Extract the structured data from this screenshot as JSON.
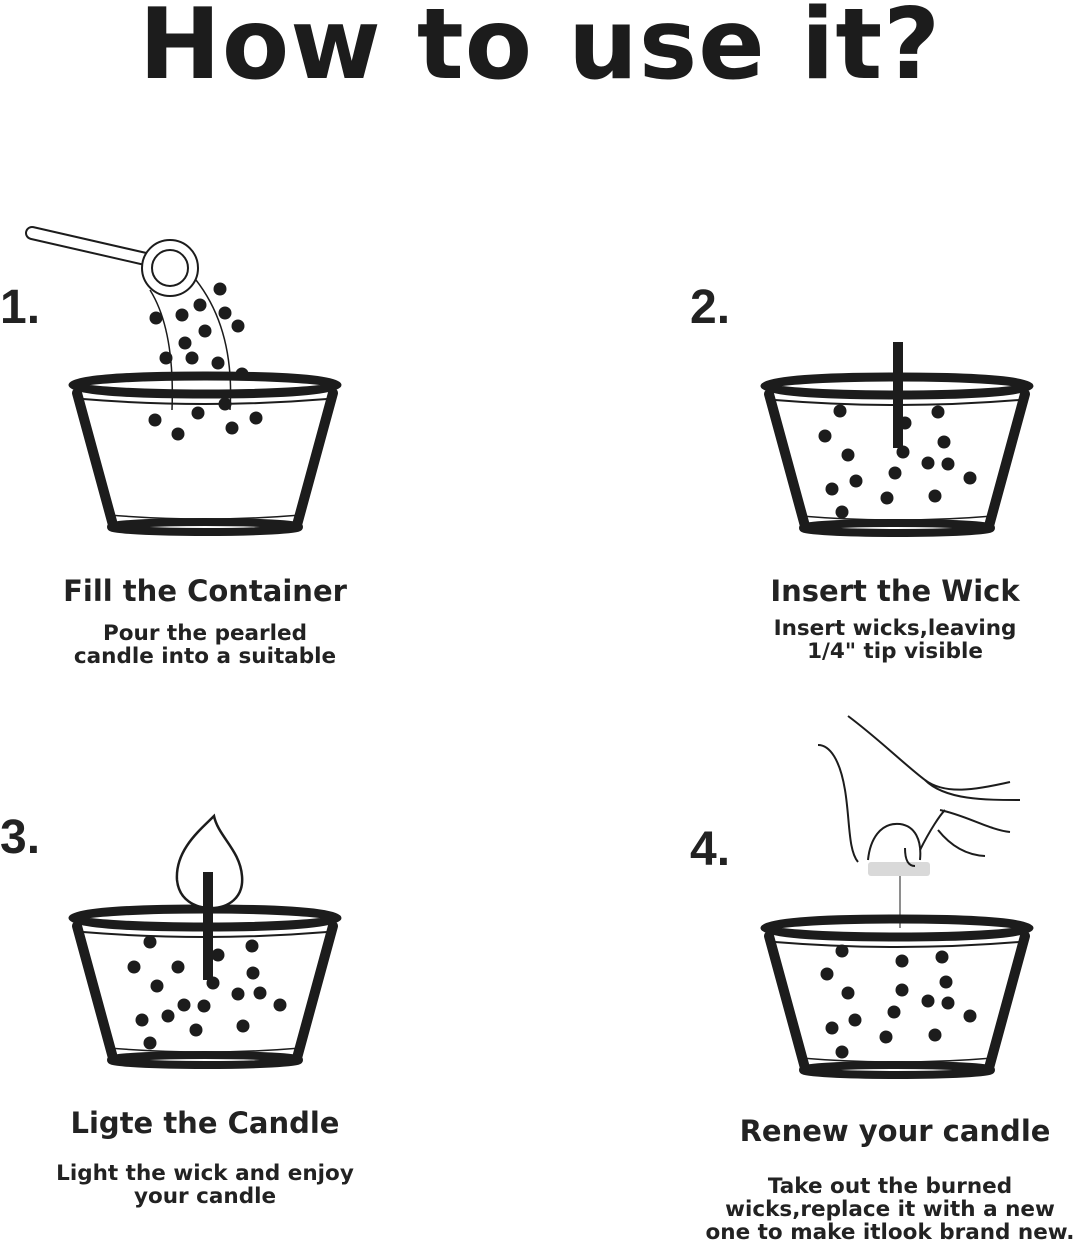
{
  "title": "How to use it?",
  "steps": [
    {
      "number": "1.",
      "title": "Fill the Container",
      "description": [
        "Pour the pearled",
        "candle into a suitable"
      ],
      "illustration": "scoop-pouring-pearls-into-container"
    },
    {
      "number": "2.",
      "title": "Insert the Wick",
      "description": [
        "Insert wicks,leaving",
        "1/4\" tip visible"
      ],
      "illustration": "wick-inserted-in-container"
    },
    {
      "number": "3.",
      "title": "Ligte the Candle",
      "description": [
        "Light the wick and enjoy",
        "your candle"
      ],
      "illustration": "lit-candle-flame"
    },
    {
      "number": "4.",
      "title": "Renew your candle",
      "description": [
        "Take out the burned",
        "wicks,replace it with a new",
        "one to make itlook brand new."
      ],
      "illustration": "hand-removing-wick"
    }
  ],
  "colors": {
    "ink": "#1c1c1c",
    "background": "#ffffff",
    "wick_holder": "#d9d9d9"
  }
}
